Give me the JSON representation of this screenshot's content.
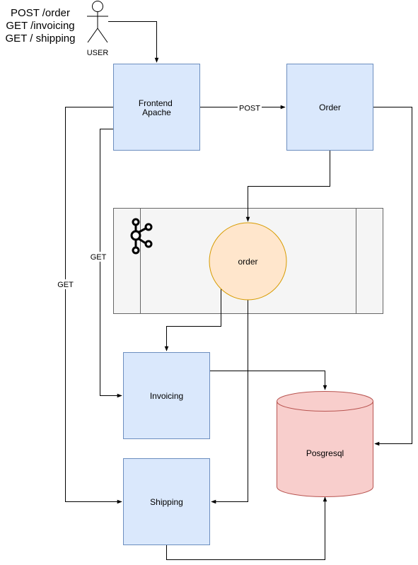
{
  "requests": [
    "POST /order",
    "GET /invoicing",
    "GET / shipping"
  ],
  "actor": {
    "label": "USER"
  },
  "nodes": {
    "frontend": {
      "lines": [
        "Frontend",
        "Apache"
      ]
    },
    "order": {
      "label": "Order"
    },
    "topic": {
      "label": "order"
    },
    "invoicing": {
      "label": "Invoicing"
    },
    "shipping": {
      "label": "Shipping"
    },
    "database": {
      "label": "Posgresql"
    }
  },
  "edge_labels": {
    "post": "POST",
    "get_invoicing": "GET",
    "get_shipping": "GET"
  },
  "colors": {
    "service_fill": "#dae8fc",
    "service_stroke": "#6c8ebf",
    "topic_fill": "#ffe6cc",
    "topic_stroke": "#d79b00",
    "db_fill": "#f8cecc",
    "db_stroke": "#b85450",
    "broker_fill": "#f5f5f5",
    "broker_stroke": "#666666",
    "edge": "#000000"
  },
  "icons": {
    "broker": "kafka-icon"
  }
}
